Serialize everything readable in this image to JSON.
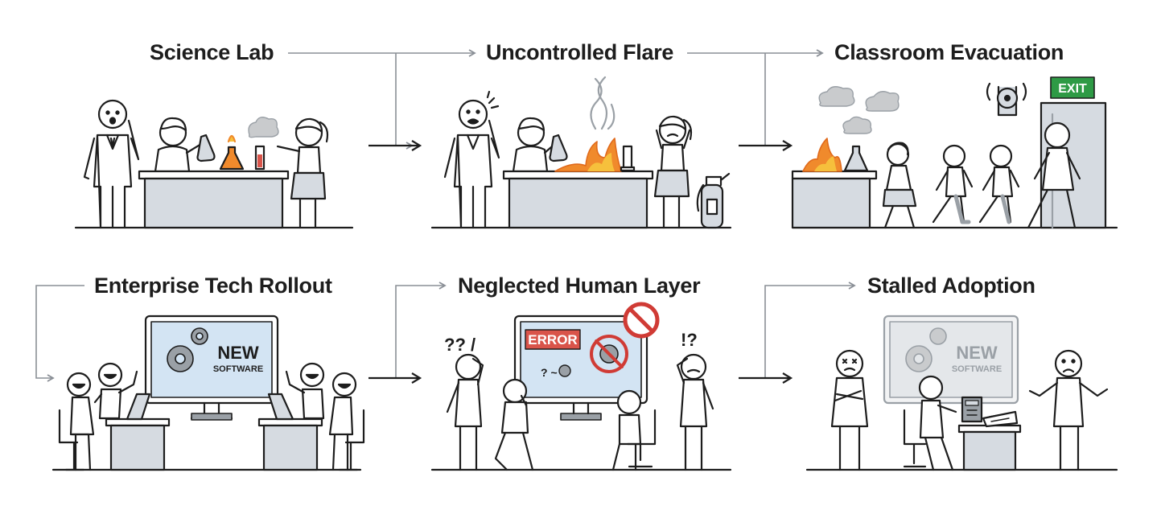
{
  "panels": [
    {
      "title": "Science Lab"
    },
    {
      "title": "Uncontrolled Flare"
    },
    {
      "title": "Classroom Evacuation"
    },
    {
      "title": "Enterprise Tech Rollout"
    },
    {
      "title": "Neglected Human Layer"
    },
    {
      "title": "Stalled Adoption"
    }
  ],
  "signs": {
    "exit": "EXIT",
    "error": "ERROR",
    "software_new": "NEW",
    "software_sub": "SOFTWARE",
    "confused_left": "?? /",
    "confused_right": "!?"
  },
  "colors": {
    "ink": "#1d1d1d",
    "table_fill": "#d6dbe1",
    "screen_fill": "#d3e4f3",
    "flame": "#f08a2c",
    "flame_core": "#f6c03c",
    "smoke": "#c9cbcd",
    "exit_green": "#2e9a45",
    "error_red": "#d9544a",
    "prohibit_red": "#d03b35",
    "connector": "#8a8f96"
  }
}
